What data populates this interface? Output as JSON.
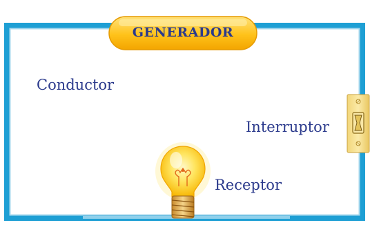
{
  "circuit": {
    "generator_label": "GENERADOR",
    "conductor_label": "Conductor",
    "switch_label": "Interruptor",
    "receptor_label": "Receptor"
  },
  "colors": {
    "wire_outer": "#1e9fd4",
    "wire_inner": "#a8d8ee",
    "generator_fill": "#ffc21a",
    "label_text": "#2b3a8c",
    "switch_plate": "#f7df8f",
    "bulb_glow": "#ffe560"
  }
}
